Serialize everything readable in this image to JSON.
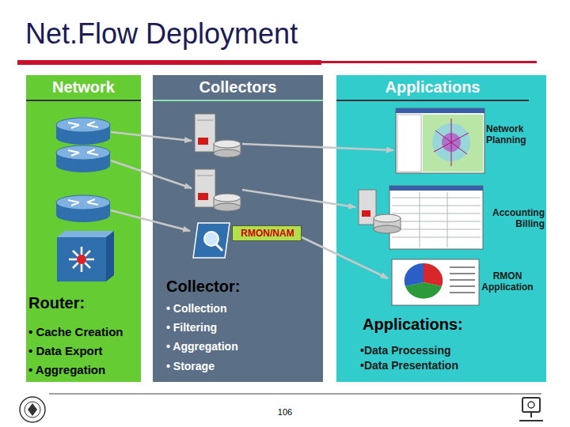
{
  "diagram": {
    "title": "Net.Flow Deployment",
    "nodes": [
      {
        "text": [
          "Network",
          "Router:",
          "• Cache Creation",
          "• Data Export",
          "• Aggregation"
        ]
      },
      {
        "text": [
          "Collectors",
          "Collector:",
          "• Collection",
          "• Filtering",
          "• Aggregation",
          "• Storage"
        ]
      },
      {
        "text": [
          "RMON/NAM"
        ],
        "in": 1
      },
      {
        "text": [
          "Applications",
          "Applications:",
          "•Data Processing",
          "•Data Presentation"
        ]
      }
    ],
    "labels": [
      "Network Planning",
      "Accounting Billing",
      "RMON Application",
      "106"
    ]
  }
}
